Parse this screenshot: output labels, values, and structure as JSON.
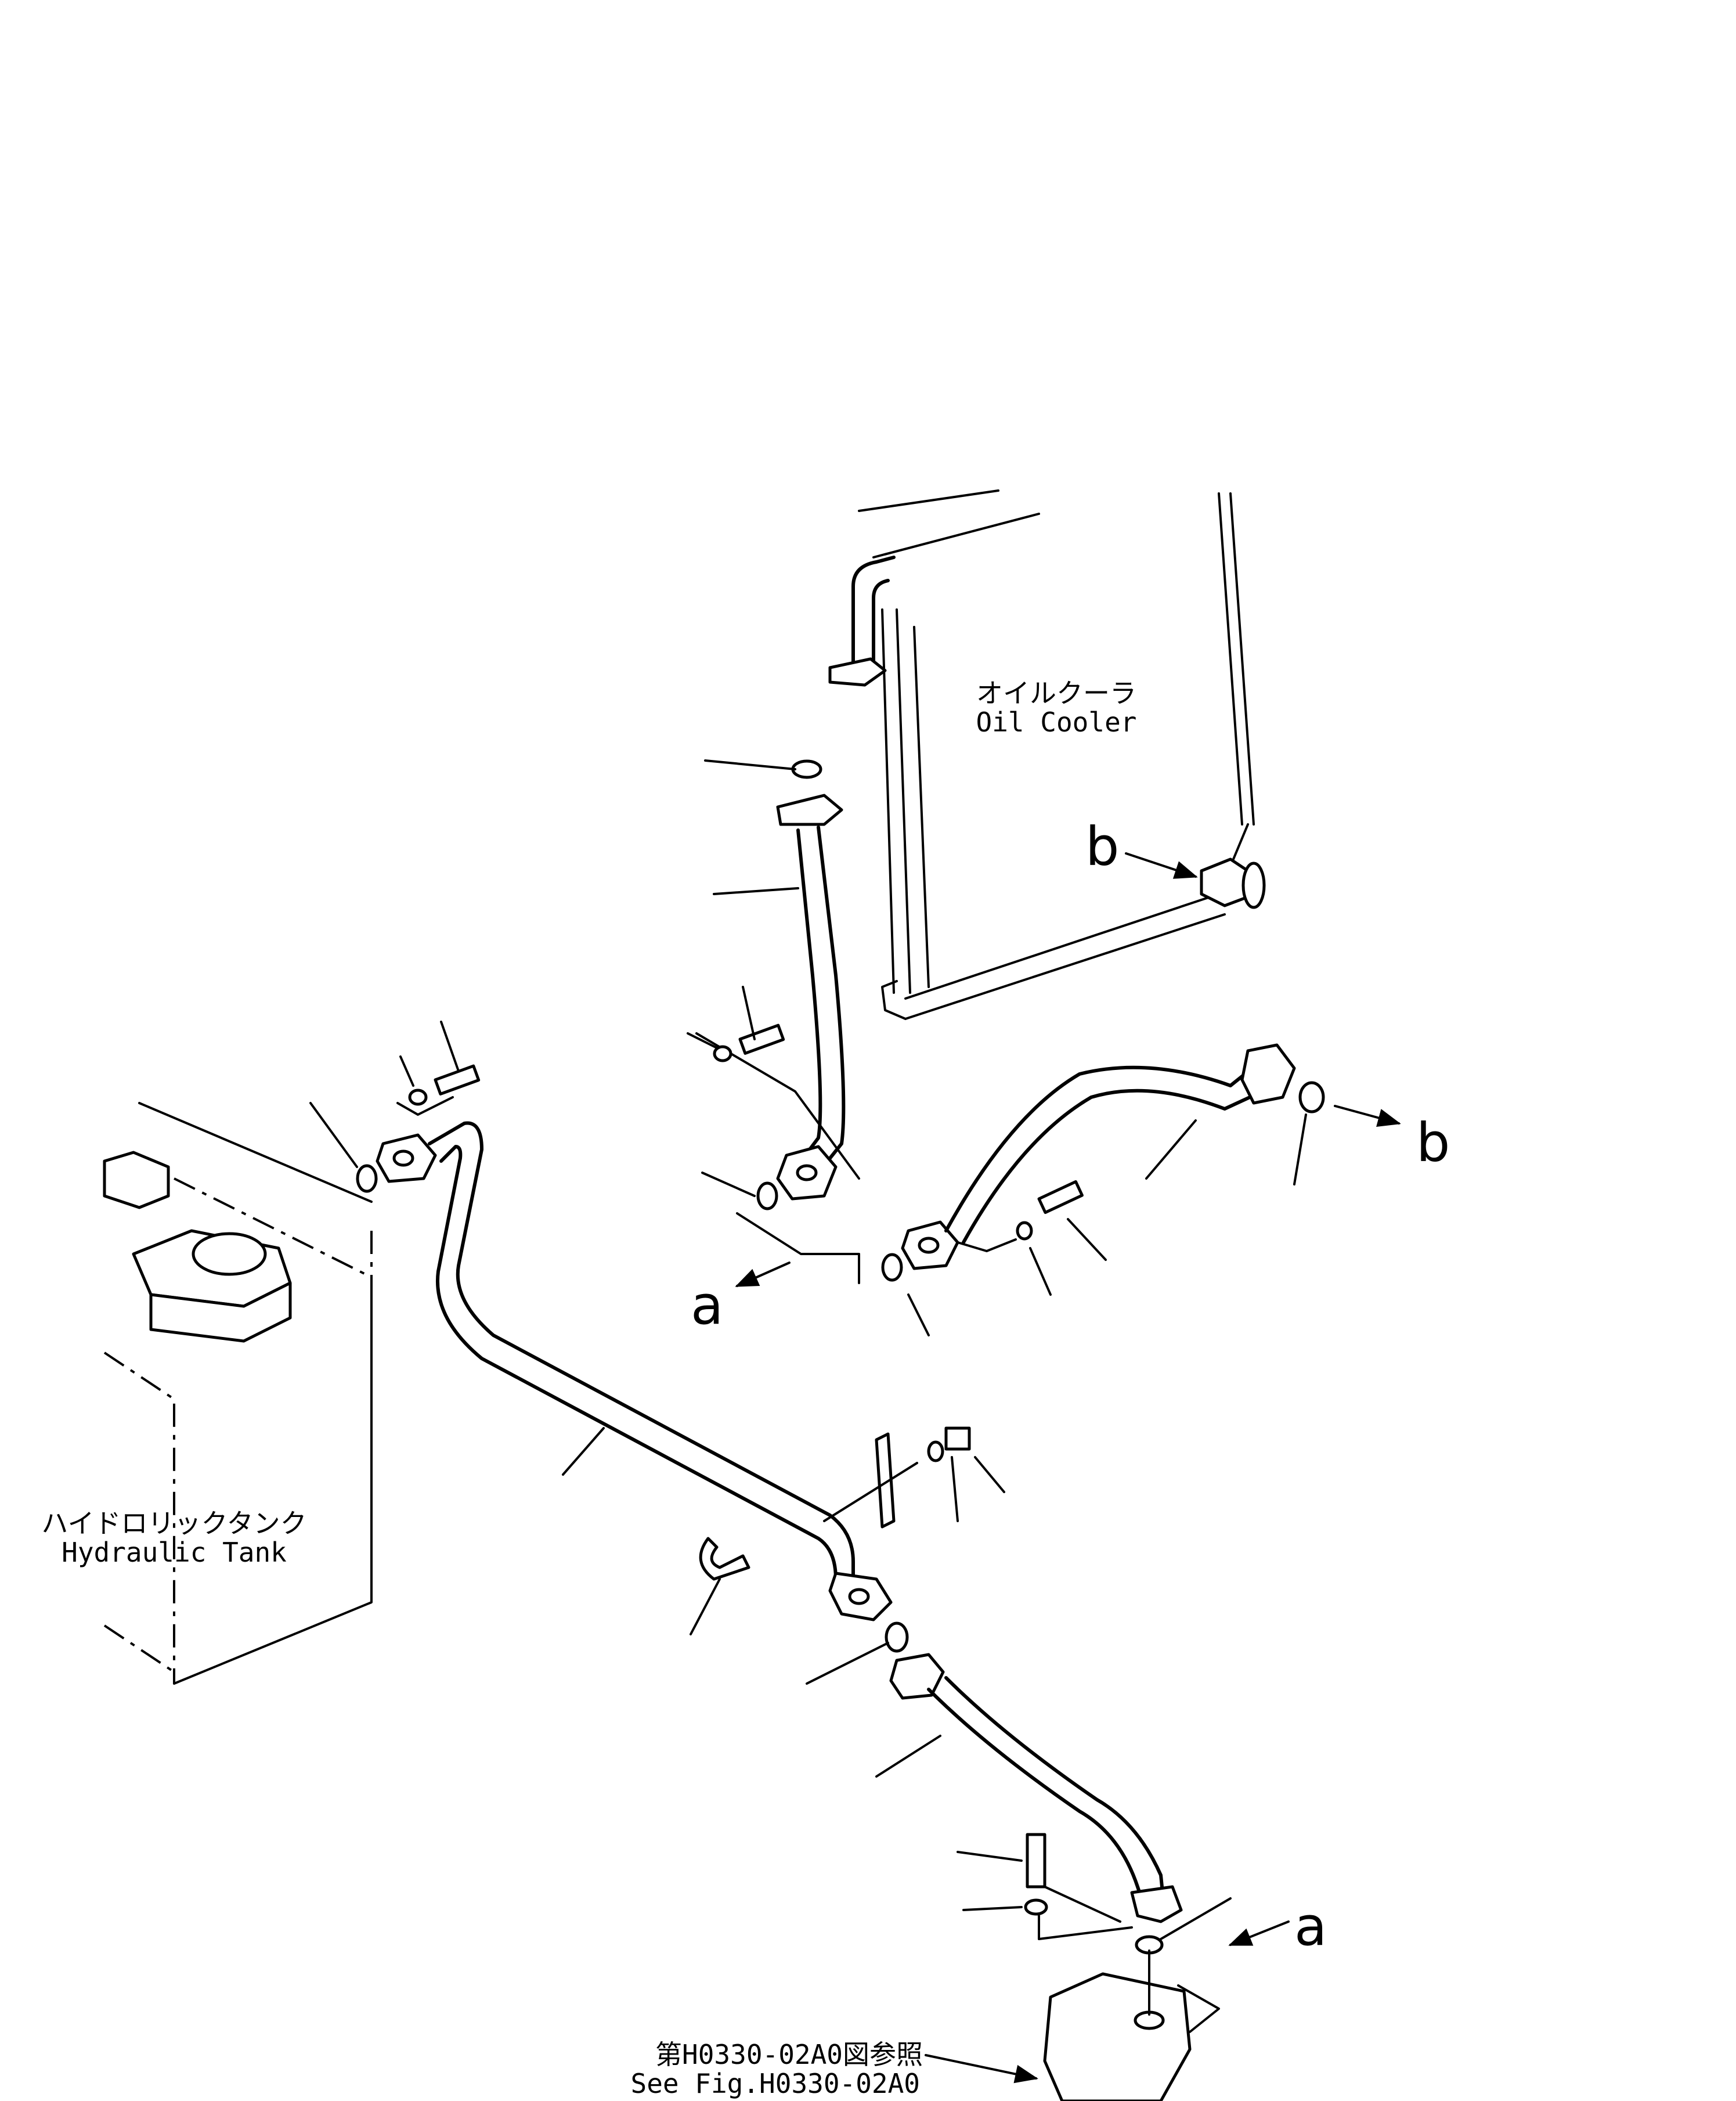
{
  "labels": {
    "oil_cooler_jp": "オイルクーラ",
    "oil_cooler_en": "Oil Cooler",
    "tank_jp": "ハイドロリックタンク",
    "tank_en": "Hydraulic Tank",
    "ref_jp": "第H0330-02A0図参照",
    "ref_en": "See Fig.H0330-02A0"
  },
  "markers": {
    "a_left": "a",
    "a_right": "a",
    "b_upper": "b",
    "b_right": "b"
  }
}
